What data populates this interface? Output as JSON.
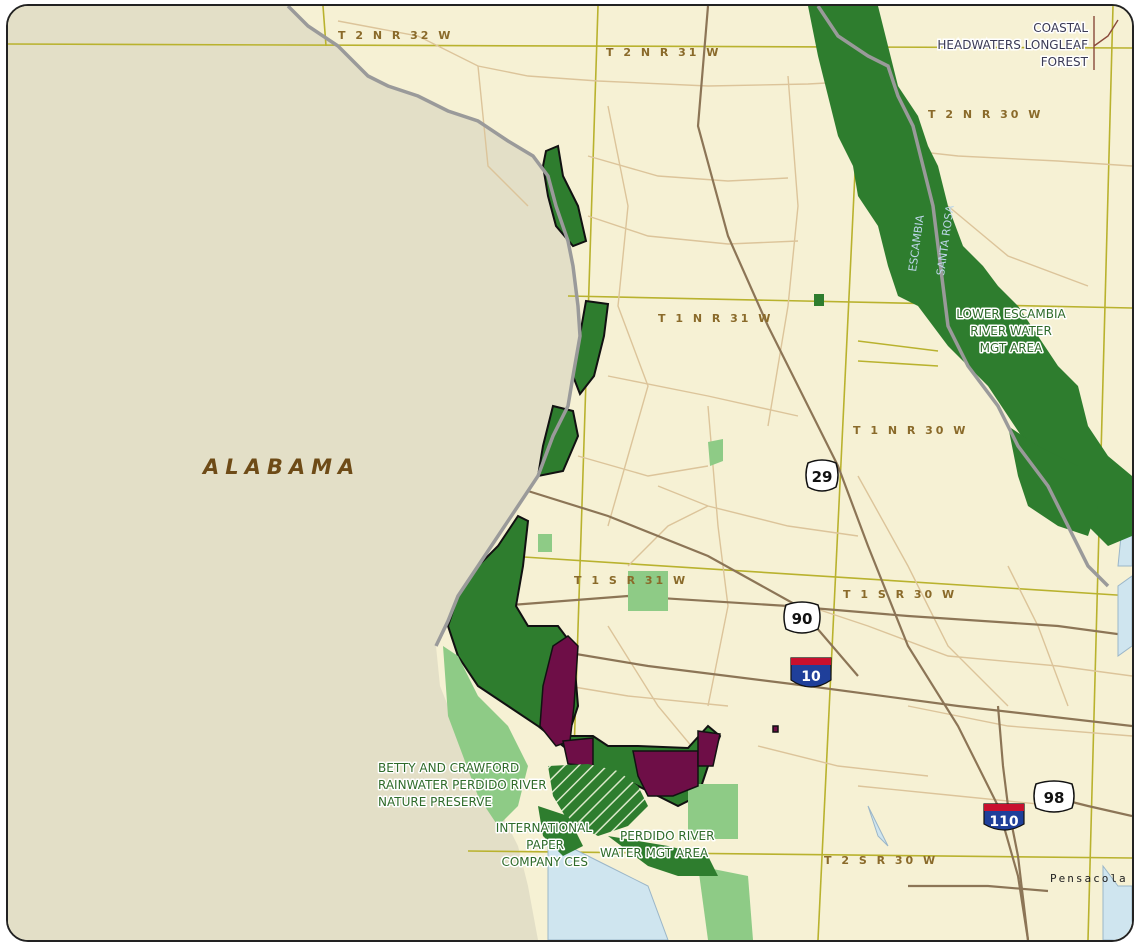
{
  "map": {
    "state_label": "ALABAMA",
    "township_labels": [
      "T 2 N R 32 W",
      "T 2 N R 31 W",
      "T 2 N R 30 W",
      "T 1 N R 31 W",
      "T 1 N R 30 W",
      "T 1 S R 31 W",
      "T 1 S R 30 W",
      "T 2 S R 30 W"
    ],
    "areas": {
      "coastal_headwaters": [
        "COASTAL",
        "HEADWATERS LONGLEAF",
        "FOREST"
      ],
      "lower_escambia": [
        "LOWER ESCAMBIA",
        "RIVER WATER",
        "MGT AREA"
      ],
      "betty_crawford": [
        "BETTY AND CRAWFORD",
        "RAINWATER PERDIDO RIVER",
        "NATURE PRESERVE"
      ],
      "international_paper": [
        "INTERNATIONAL",
        "PAPER",
        "COMPANY CES"
      ],
      "perdido_river": [
        "PERDIDO RIVER",
        "WATER MGT AREA"
      ]
    },
    "rivers": [
      "ESCAMBIA",
      "SANTA ROSA"
    ],
    "routes": {
      "us_29": "29",
      "us_90": "90",
      "us_98": "98",
      "i_10": "10",
      "i_110": "110"
    },
    "city_label": "Pensacola",
    "colors": {
      "land_florida": "#f6f1d4",
      "land_alabama": "#e3dfc7",
      "water": "#cfe5ef",
      "conservation_dark": "#2e7d2e",
      "conservation_light": "#8ecb86",
      "conservation_purple": "#6e0e47",
      "township_lines": "#b9b22e",
      "roads": "#d9c39a",
      "highway": "#8c7556"
    }
  }
}
